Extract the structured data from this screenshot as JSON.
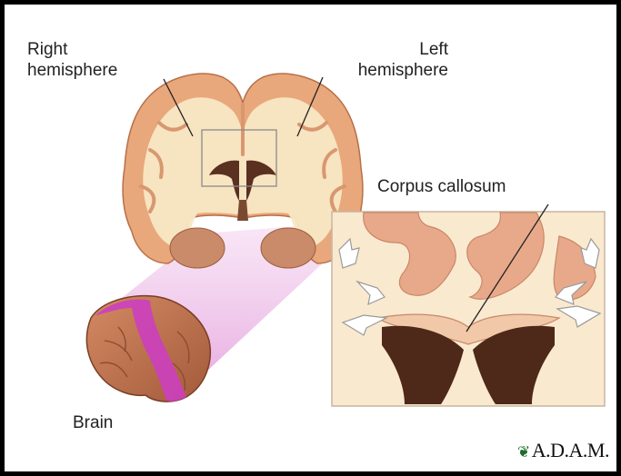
{
  "labels": {
    "right_hemisphere": [
      "Right",
      "hemisphere"
    ],
    "left_hemisphere": [
      "Left",
      "hemisphere"
    ],
    "corpus_callosum": "Corpus callosum",
    "brain": "Brain"
  },
  "logo": {
    "text": "A.D.A.M.",
    "icon": "adam-leaf-icon"
  },
  "colors": {
    "cortex": "#e9a77c",
    "white_matter": "#f8e7c4",
    "ventricle": "#5a3020",
    "highlight": "#cc3fbf",
    "projection": "#f2d0ee"
  }
}
